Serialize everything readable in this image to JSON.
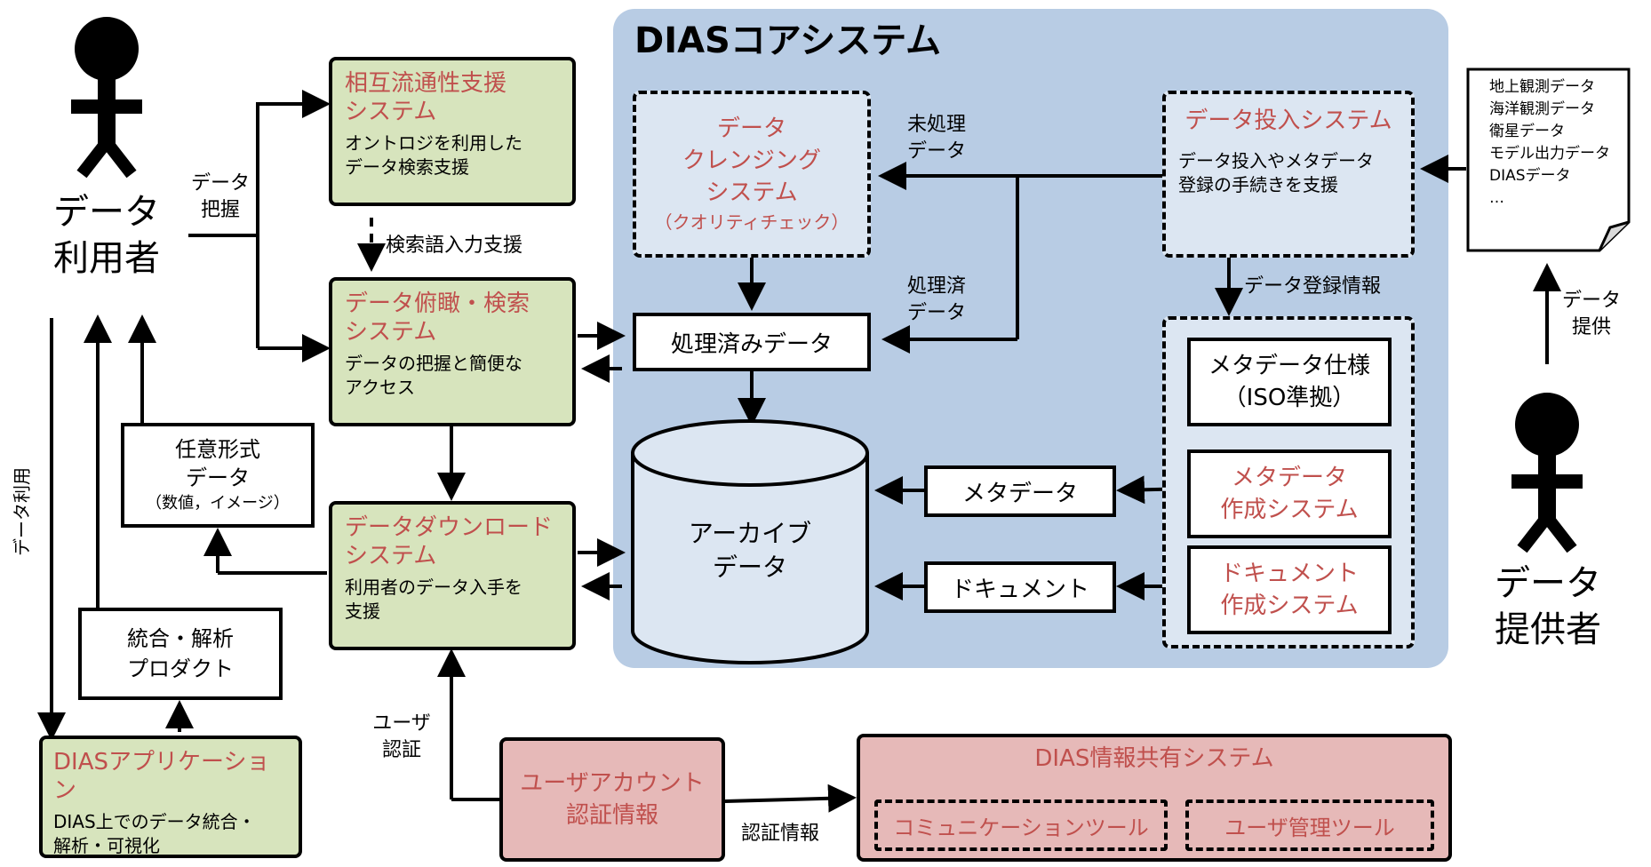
{
  "core": {
    "title": "DIASコアシステム"
  },
  "actors": {
    "user": {
      "line1": "データ",
      "line2": "利用者"
    },
    "provider": {
      "line1": "データ",
      "line2": "提供者"
    }
  },
  "boxes": {
    "interop": {
      "title_line1": "相互流通性支援",
      "title_line2": "システム",
      "desc_line1": "オントロジを利用した",
      "desc_line2": "データ検索支援"
    },
    "search": {
      "title_line1": "データ俯瞰・検索",
      "title_line2": "システム",
      "desc_line1": "データの把握と簡便な",
      "desc_line2": "アクセス"
    },
    "download": {
      "title_line1": "データダウンロード",
      "title_line2": "システム",
      "desc_line1": "利用者のデータ入手を",
      "desc_line2": "支援"
    },
    "app": {
      "title": "DIASアプリケーション",
      "desc_line1": "DIAS上でのデータ統合・",
      "desc_line2": "解析・可視化"
    },
    "arbitrary": {
      "line1": "任意形式",
      "line2": "データ",
      "line3": "（数値，イメージ）"
    },
    "product": {
      "line1": "統合・解析",
      "line2": "プロダクト"
    },
    "cleansing": {
      "line1": "データ",
      "line2": "クレンジング",
      "line3": "システム",
      "line4": "（クオリティチェック）"
    },
    "ingest": {
      "title": "データ投入システム",
      "desc_line1": "データ投入やメタデータ",
      "desc_line2": "登録の手続きを支援"
    },
    "processed": {
      "label": "処理済みデータ"
    },
    "archive": {
      "line1": "アーカイブ",
      "line2": "データ"
    },
    "metadata": {
      "label": "メタデータ"
    },
    "document": {
      "label": "ドキュメント"
    },
    "meta_spec": {
      "line1": "メタデータ仕様",
      "line2": "（ISO準拠）"
    },
    "meta_create": {
      "line1": "メタデータ",
      "line2": "作成システム"
    },
    "doc_create": {
      "line1": "ドキュメント",
      "line2": "作成システム"
    },
    "account": {
      "line1": "ユーザアカウント",
      "line2": "認証情報"
    },
    "share": {
      "title": "DIAS情報共有システム",
      "comm": "コミュニケーションツール",
      "usermgmt": "ユーザ管理ツール"
    }
  },
  "sources": [
    "地上観測データ",
    "海洋観測データ",
    "衛星データ",
    "モデル出力データ",
    "DIASデータ",
    "…"
  ],
  "labels": {
    "data_grasp_1": "データ",
    "data_grasp_2": "把握",
    "keyword_support": "検索語入力支援",
    "unprocessed_1": "未処理",
    "unprocessed_2": "データ",
    "processed_1": "処理済",
    "processed_2": "データ",
    "registration": "データ登録情報",
    "provide_1": "データ",
    "provide_2": "提供",
    "data_use": "データ利用",
    "user_auth_1": "ユーザ",
    "user_auth_2": "認証",
    "auth_info": "認証情報"
  },
  "colors": {
    "core_bg": "#b8cce4",
    "green_box": "#d7e4bd",
    "pink_box": "#e6b9b8",
    "red_text": "#c0504d",
    "dashed_box": "#dce6f2"
  }
}
